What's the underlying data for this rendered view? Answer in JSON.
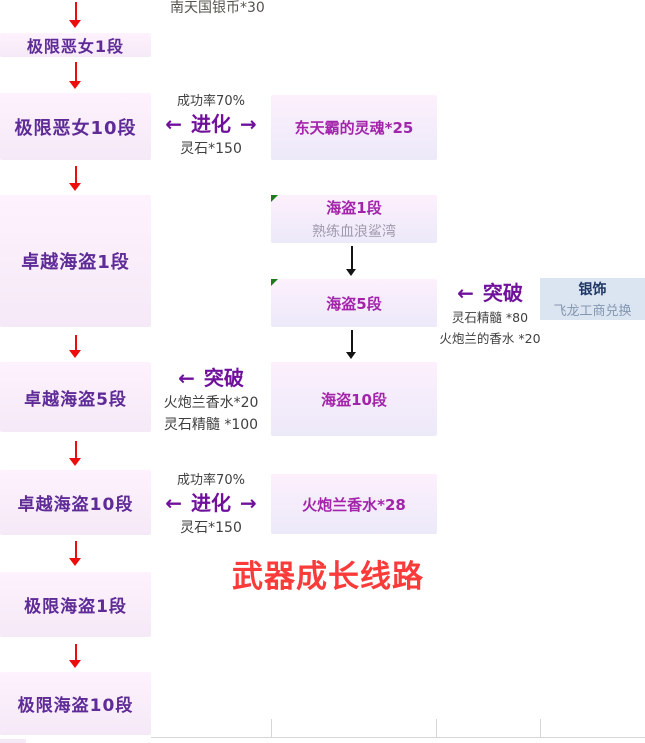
{
  "page": {
    "title": "武器成长线路",
    "top_material": "南天国银币*30"
  },
  "icons": {
    "arrow_left": "←",
    "arrow_right": "→",
    "flow_arrow": "↓",
    "comment_marker": "green-corner-triangle"
  },
  "colors": {
    "chain_box_bg": "#f6eaf7",
    "chain_text": "#5e2b97",
    "material_text": "#a324ab",
    "action_text": "#70119c",
    "red_arrow": "#ee0d0d",
    "black_arrow": "#141414",
    "title_red": "#fb3a3a",
    "exchange_bg": "#dbe5f1",
    "exchange_title": "#1f3864"
  },
  "left_chain": [
    {
      "label": "极限恶女1段"
    },
    {
      "label": "极限恶女10段"
    },
    {
      "label": "卓越海盗1段"
    },
    {
      "label": "卓越海盗5段"
    },
    {
      "label": "卓越海盗10段"
    },
    {
      "label": "极限海盗1段"
    },
    {
      "label": "极限海盗10段"
    }
  ],
  "evolution_steps": [
    {
      "success_rate": "成功率70%",
      "action": "进化",
      "material1": "灵石*150"
    },
    {
      "action": "突破",
      "material1": "火炮兰香水*20",
      "material2": "灵石精髓 *100"
    },
    {
      "success_rate": "成功率70%",
      "action": "进化",
      "material1": "灵石*150"
    }
  ],
  "material_boxes": [
    {
      "label": "东天霸的灵魂*25"
    },
    {
      "label": "海盗1段",
      "sub": "熟练血浪鲨湾"
    },
    {
      "label": "海盗5段"
    },
    {
      "label": "海盗10段"
    },
    {
      "label": "火炮兰香水*28"
    }
  ],
  "breakthrough_right": {
    "action": "突破",
    "material1": "灵石精髓 *80",
    "material2": "火炮兰的香水 *20"
  },
  "exchange_box": {
    "title": "银饰",
    "sub": "飞龙工商兑换"
  }
}
